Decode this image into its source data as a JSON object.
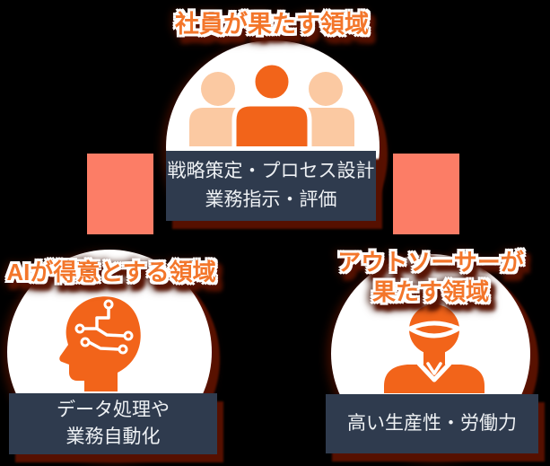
{
  "palette": {
    "background": "#000000",
    "icon_orange": "#f2641a",
    "label_orange": "#f3762b",
    "peach": "#fbc9a2",
    "navy_box": "#2f3b4e",
    "box_text": "#eef1f4",
    "salmon_connector": "#fc7d66",
    "circle_fill": "#ffffff",
    "shadow_maroon": "#561100"
  },
  "sections": {
    "employee": {
      "label": "社員が果たす領域",
      "icon": "team-icon",
      "box_lines": [
        "戦略策定・プロセス設計",
        "業務指示・評価"
      ]
    },
    "ai": {
      "label": "AIが得意とする領域",
      "icon": "ai-brain-icon",
      "box_lines": [
        "データ処理や",
        "業務自動化"
      ]
    },
    "outsourcer": {
      "label_lines": [
        "アウトソーサーが",
        "果たす領域"
      ],
      "icon": "worker-icon",
      "box_lines": [
        "高い生産性・労働力"
      ]
    }
  }
}
